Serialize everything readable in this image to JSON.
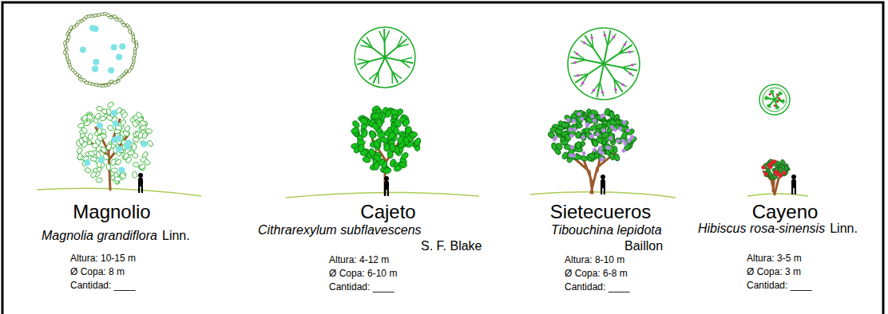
{
  "diagram": {
    "labels": [
      "Magnolio",
      "Magnolia grandiflora",
      "Linn.",
      "Altura: 10-15 m",
      "Ø Copa: 8 m",
      "Cantidad: ____",
      "Cajeto",
      "Cithrarexylum subflavescens",
      "S. F. Blake",
      "Altura: 4-12 m",
      "Ø Copa: 6-10 m",
      "Cantidad: ____",
      "Sietecueros",
      "Tibouchina lepidota",
      "Baillon",
      "Altura: 8-10 m",
      "Ø Copa: 6-8 m",
      "Cantidad: ____",
      "Cayeno",
      "Hibiscus rosa-sinensis",
      "Linn.",
      "Altura: 3-5 m",
      "Ø Copa: 3 m",
      "Cantidad: ____"
    ]
  }
}
